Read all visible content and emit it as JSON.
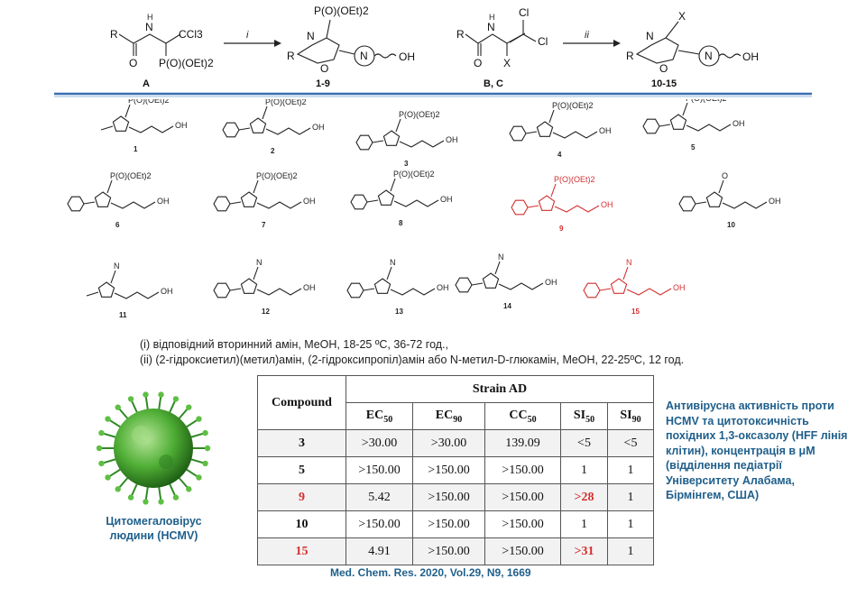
{
  "scheme": {
    "reactant_a_label": "A",
    "product_1_label": "1-9",
    "reactant_bc_label": "B, C",
    "product_2_label": "10-15",
    "step_i": "i",
    "step_ii": "ii",
    "group_R": "R",
    "group_ccl3": "CCl3",
    "group_phos": "P(O)(OEt)2",
    "group_X": "X",
    "group_Cl": "Cl",
    "atom_H": "H",
    "atom_N": "N",
    "atom_O": "O",
    "group_OH": "OH"
  },
  "compounds": {
    "labels": [
      "1",
      "2",
      "3",
      "4",
      "5",
      "6",
      "7",
      "8",
      "9",
      "10",
      "11",
      "12",
      "13",
      "14",
      "15"
    ],
    "highlighted": [
      "9",
      "15"
    ],
    "highlight_color": "#d32f2f"
  },
  "conditions": {
    "line1": "(і) відповідний вторинний  амін, MeOH, 18-25 ºC, 36-72 год.,",
    "line2": "(іі) (2-гідроксиетил)(метил)амін,  (2-гідроксипропіл)амін  або N-метил-D-глюкамін,  MeOH, 22-25ºC, 12 год."
  },
  "table": {
    "header_compound": "Compound",
    "header_strain": "Strain AD",
    "col_ec50": "EC",
    "col_ec50_sub": "50",
    "col_ec90": "EC",
    "col_ec90_sub": "90",
    "col_cc50": "CC",
    "col_cc50_sub": "50",
    "col_si50": "SI",
    "col_si50_sub": "50",
    "col_si90": "SI",
    "col_si90_sub": "90",
    "rows": [
      {
        "compound": "3",
        "ec50": ">30.00",
        "ec90": ">30.00",
        "cc50": "139.09",
        "si50": "<5",
        "si90": "<5"
      },
      {
        "compound": "5",
        "ec50": ">150.00",
        "ec90": ">150.00",
        "cc50": ">150.00",
        "si50": "1",
        "si90": "1"
      },
      {
        "compound": "9",
        "ec50": "5.42",
        "ec90": ">150.00",
        "cc50": ">150.00",
        "si50": ">28",
        "si90": "1"
      },
      {
        "compound": "10",
        "ec50": ">150.00",
        "ec90": ">150.00",
        "cc50": ">150.00",
        "si50": "1",
        "si90": "1"
      },
      {
        "compound": "15",
        "ec50": "4.91",
        "ec90": ">150.00",
        "cc50": ">150.00",
        "si50": ">31",
        "si90": "1"
      }
    ]
  },
  "virus_caption": "Цитомегаловірус людини (HCMV)",
  "side_note": "Антивірусна активність проти HCMV та цитотоксичність похідних 1,3-оксазолу (HFF лінія клітин), концентрація в μМ (відділення педіатрії Університету Алабама, Бірмінгем, США)",
  "citation": "Med. Chem. Res. 2020,  Vol.29, N9, 1669",
  "colors": {
    "accent_blue": "#1f5f8b",
    "highlight_red": "#d32f2f",
    "rule_blue": "#3a6fb0",
    "virus_green": "#3f9e2f"
  }
}
